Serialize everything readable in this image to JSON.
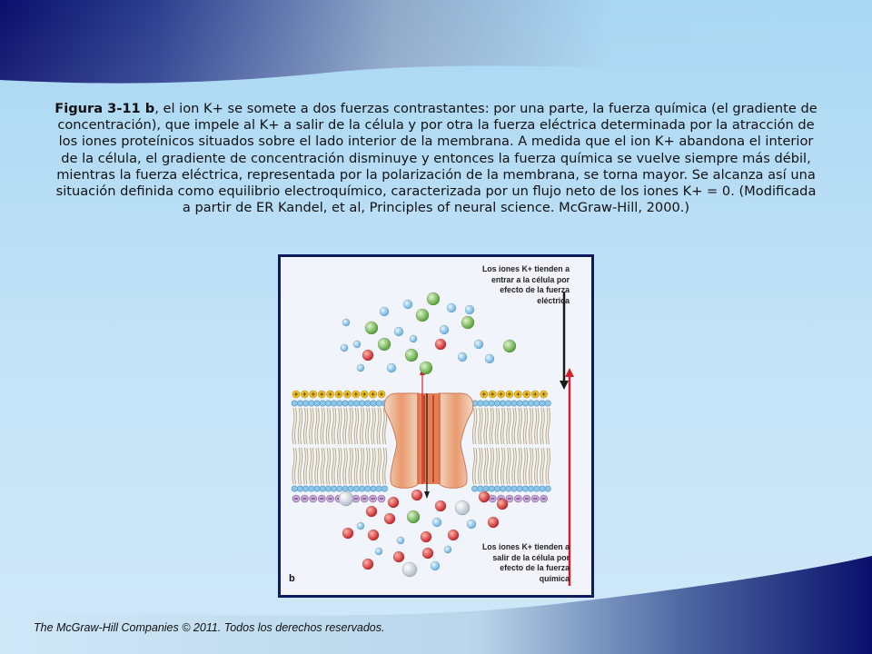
{
  "caption": {
    "bold": "Figura 3-11 b",
    "text": ", el ion K+ se somete a dos fuerzas contrastantes: por una parte, la fuerza química (el gradiente de concentración), que impele al K+ a salir de la célula y por otra la fuerza eléctrica determinada por la atracción de los iones proteínicos situados sobre el lado interior de la membrana. A medida que el ion K+ abandona el interior de la célula, el gradiente de concentración disminuye y entonces la fuerza química se vuelve siempre más débil, mientras la fuerza eléctrica, representada por la polarización de la membrana, se torna mayor. Se alcanza así una situación definida como equilibrio electroquímico, caracterizada por un flujo neto de los iones K+ = 0. (Modificada a partir de ER Kandel, et al, Principles of neural science. McGraw-Hill, 2000.)"
  },
  "figure": {
    "label_top": "Los iones K+ tienden a entrar a la célula por efecto de la fuerza eléctrica",
    "label_bottom": "Los iones K+ tienden a salir de la célula por efecto de la fuerza química",
    "panel_letter": "b"
  },
  "colors": {
    "arrow_top": "#1a1a1a",
    "arrow_bottom": "#d0202a",
    "ion_blue": "#8cc7ea",
    "ion_green": "#6fb84a",
    "ion_red": "#d9262b",
    "ion_grey": "#c8d2dc",
    "channel": "#e8835a"
  },
  "footer": {
    "copyright": "The McGraw-Hill Companies © 2011. Todos los derechos reservados."
  }
}
